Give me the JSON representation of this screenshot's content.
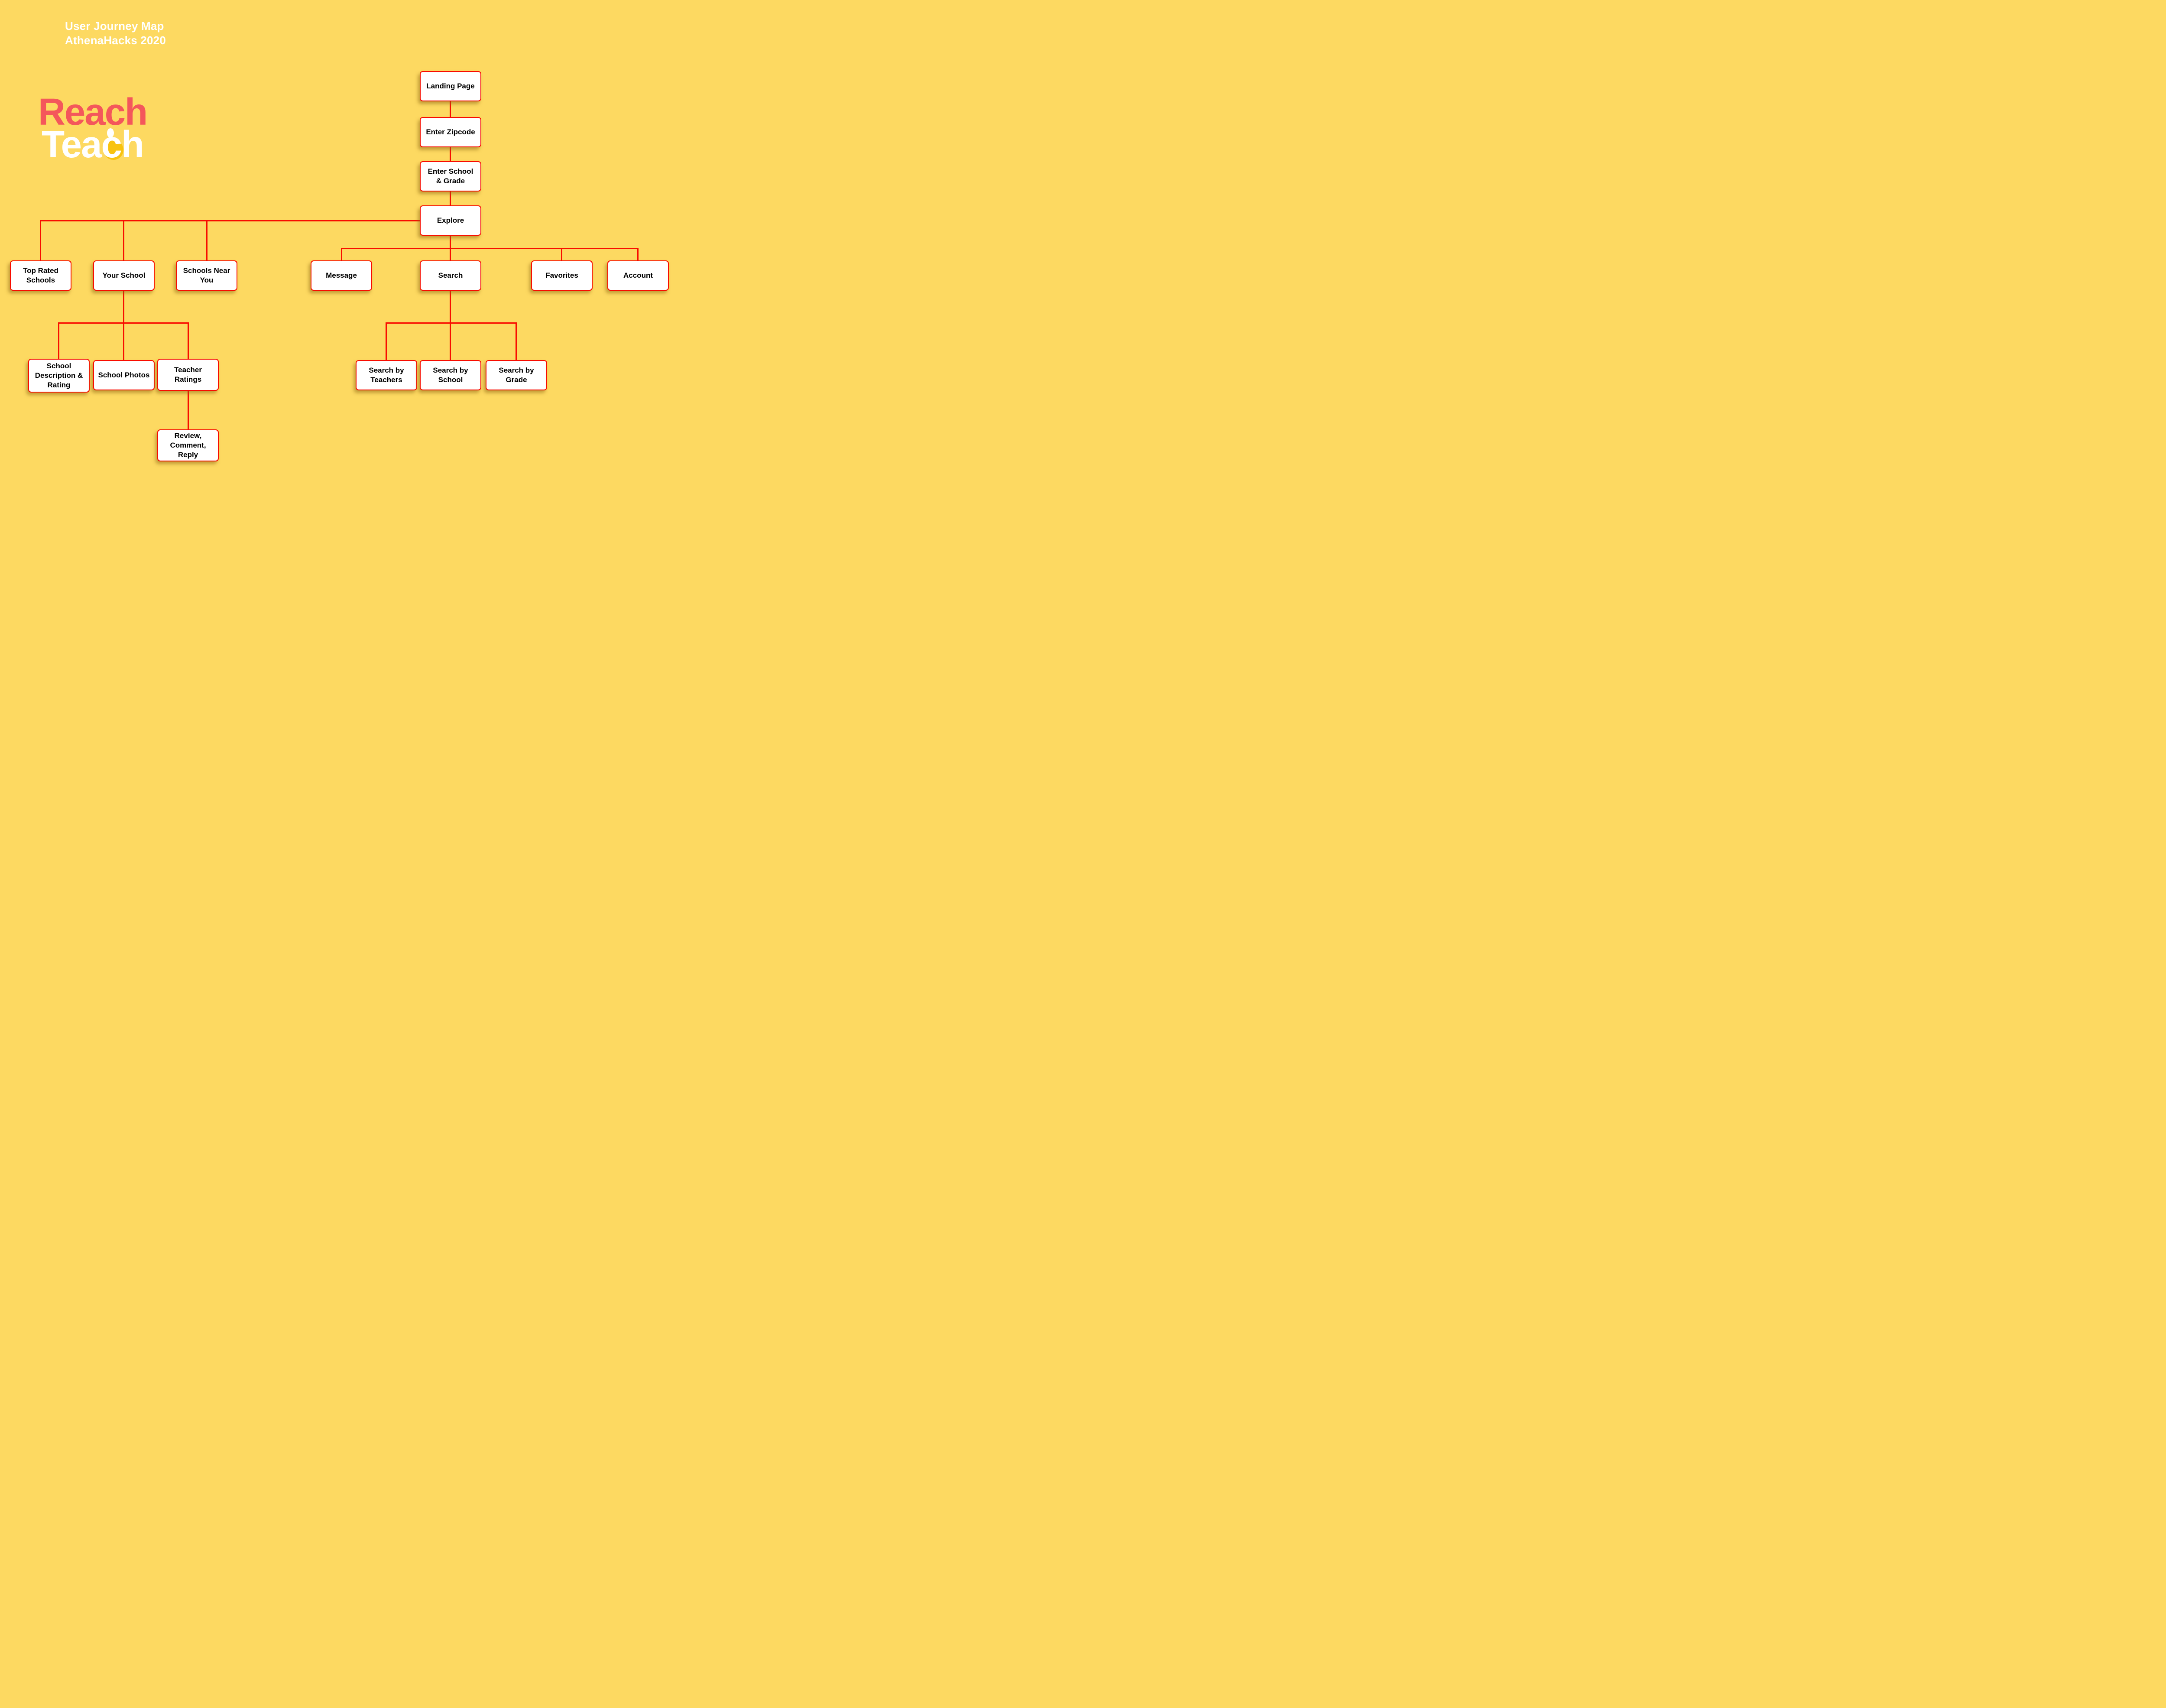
{
  "title": {
    "line1": "User Journey Map",
    "line2": "AthenaHacks 2020"
  },
  "logo": {
    "reach": "Reach",
    "teach_pre": "Tea",
    "teach_c": "c",
    "teach_post": "h"
  },
  "colors": {
    "background": "#FDD961",
    "connector_red": "#F80C00",
    "node_border": "#F80C00",
    "node_fill": "#FFFFFF",
    "node_text": "#000000",
    "title_text": "#FFFFFF",
    "logo_reach": "#F4575B",
    "logo_teach": "#FFFFFF",
    "logo_gold_dot": "#F8C310"
  },
  "nodes": {
    "landing": {
      "label": "Landing Page"
    },
    "zipcode": {
      "label": "Enter Zipcode"
    },
    "school_grade": {
      "label": "Enter School\n& Grade"
    },
    "explore": {
      "label": "Explore"
    },
    "top_rated": {
      "label": "Top Rated\nSchools"
    },
    "your_school": {
      "label": "Your School"
    },
    "schools_near": {
      "label": "Schools Near\nYou"
    },
    "message": {
      "label": "Message"
    },
    "search": {
      "label": "Search"
    },
    "favorites": {
      "label": "Favorites"
    },
    "account": {
      "label": "Account"
    },
    "school_desc": {
      "label": "School\nDescription &\nRating"
    },
    "school_photos": {
      "label": "School Photos"
    },
    "teacher_ratings": {
      "label": "Teacher\nRatings"
    },
    "review": {
      "label": "Review,\nComment,\nReply"
    },
    "search_teachers": {
      "label": "Search by\nTeachers"
    },
    "search_school": {
      "label": "Search by\nSchool"
    },
    "search_grade": {
      "label": "Search by\nGrade"
    }
  },
  "edges": [
    {
      "from": "Landing Page",
      "to": "Enter Zipcode"
    },
    {
      "from": "Enter Zipcode",
      "to": "Enter School & Grade"
    },
    {
      "from": "Enter School & Grade",
      "to": "Explore"
    },
    {
      "from": "Explore",
      "to": "Top Rated Schools"
    },
    {
      "from": "Explore",
      "to": "Your School"
    },
    {
      "from": "Explore",
      "to": "Schools Near You"
    },
    {
      "from": "Explore",
      "to": "Message"
    },
    {
      "from": "Explore",
      "to": "Search"
    },
    {
      "from": "Explore",
      "to": "Favorites"
    },
    {
      "from": "Explore",
      "to": "Account"
    },
    {
      "from": "Your School",
      "to": "School Description & Rating"
    },
    {
      "from": "Your School",
      "to": "School Photos"
    },
    {
      "from": "Your School",
      "to": "Teacher Ratings"
    },
    {
      "from": "Teacher Ratings",
      "to": "Review, Comment, Reply"
    },
    {
      "from": "Search",
      "to": "Search by Teachers"
    },
    {
      "from": "Search",
      "to": "Search by School"
    },
    {
      "from": "Search",
      "to": "Search by Grade"
    }
  ]
}
